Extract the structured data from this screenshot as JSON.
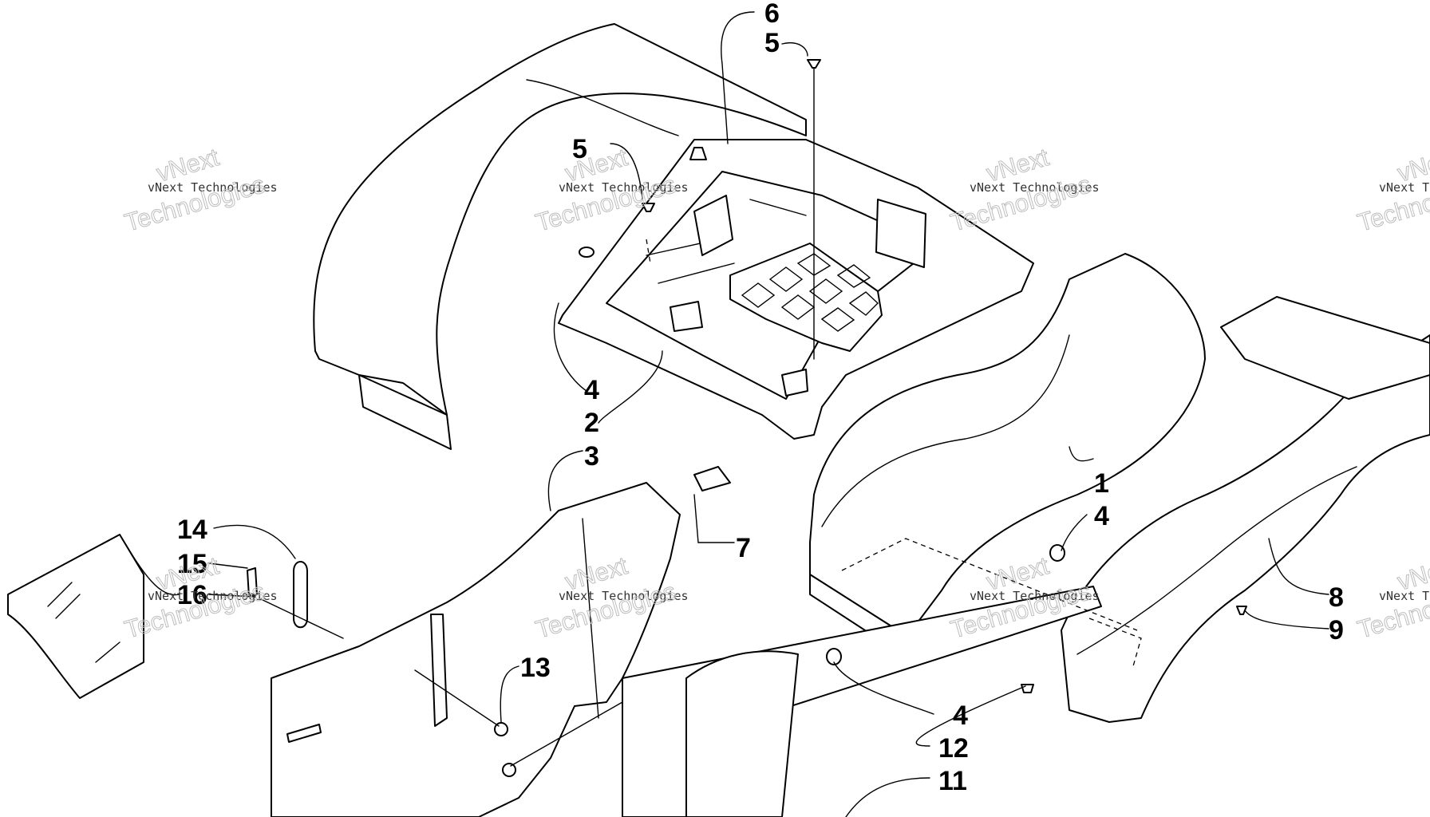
{
  "diagram": {
    "callouts": [
      "6",
      "5",
      "5",
      "4",
      "2",
      "3",
      "1",
      "4",
      "7",
      "14",
      "15",
      "16",
      "13",
      "4",
      "12",
      "11",
      "8",
      "9"
    ],
    "watermark": {
      "name_line": "vNext Technologies",
      "outline_line1": "vNext",
      "outline_line2": "Technologies"
    },
    "colors": {
      "ink": "#000000",
      "paper": "#ffffff",
      "watermark": "#bdbdbd"
    }
  }
}
